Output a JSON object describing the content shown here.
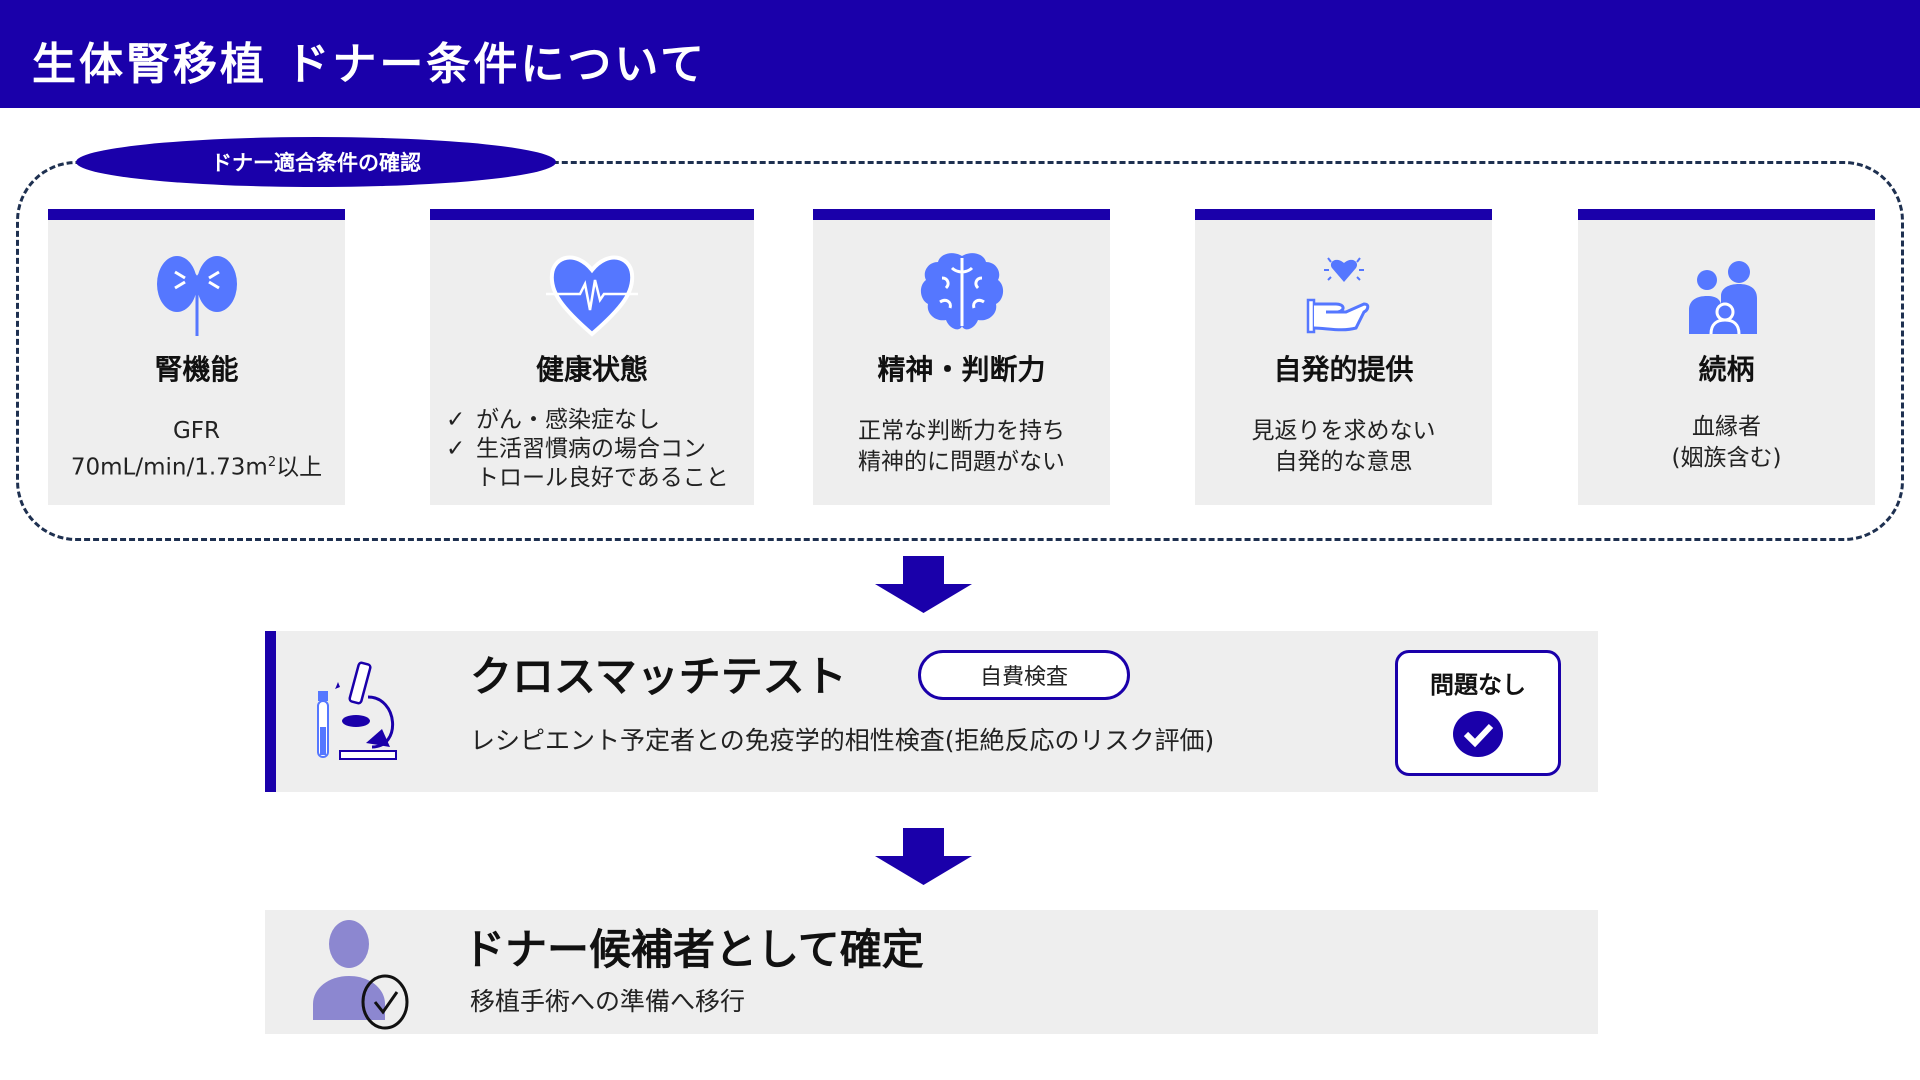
{
  "header": {
    "title": "生体腎移植 ドナー条件について"
  },
  "section": {
    "label": "ドナー適合条件の確認"
  },
  "cards": [
    {
      "icon": "kidney-icon",
      "title": "腎機能",
      "lines": [
        "GFR",
        "70mL/min/1.73m",
        "2",
        "以上"
      ]
    },
    {
      "icon": "heart-pulse-icon",
      "title": "健康状態",
      "items": [
        "がん・感染症なし",
        "生活習慣病の場合コン",
        "トロール良好であること"
      ],
      "check": "✓"
    },
    {
      "icon": "brain-icon",
      "title": "精神・判断力",
      "lines": [
        "正常な判断力を持ち",
        "精神的に問題がない"
      ]
    },
    {
      "icon": "hand-heart-icon",
      "title": "自発的提供",
      "lines": [
        "見返りを求めない",
        "自発的な意思"
      ]
    },
    {
      "icon": "family-icon",
      "title": "続柄",
      "lines": [
        "血縁者",
        "(姻族含む)"
      ]
    }
  ],
  "crossmatch": {
    "title": "クロスマッチテスト",
    "badge": "自費検査",
    "description": "レシピエント予定者との免疫学的相性検査(拒絶反応のリスク評価)",
    "result": "問題なし"
  },
  "final": {
    "title": "ドナー候補者として確定",
    "description": "移植手術への準備へ移行"
  },
  "colors": {
    "brand": "#1a00aa",
    "icon": "#5577ff",
    "person": "#8c87d0"
  }
}
